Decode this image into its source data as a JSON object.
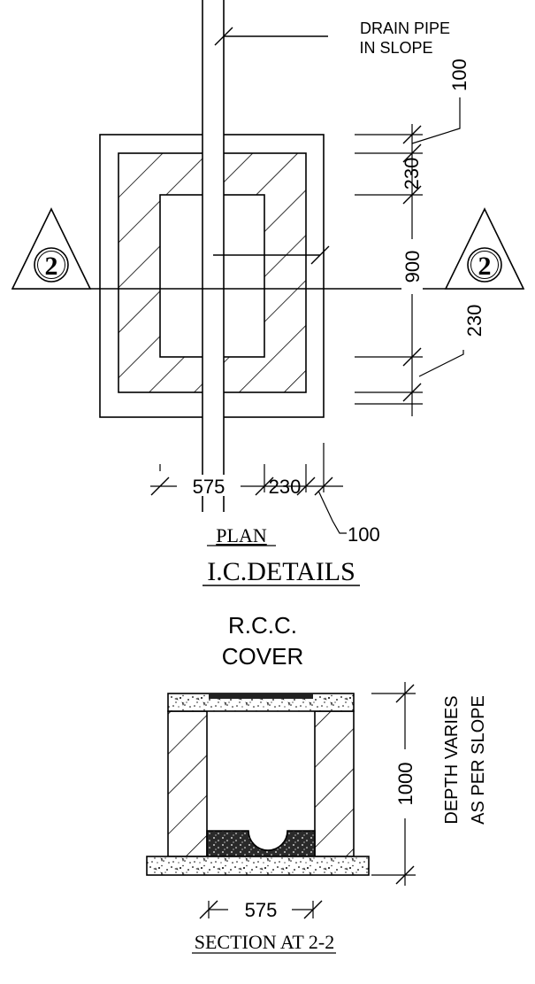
{
  "plan": {
    "drain_label_line1": "DRAIN PIPE",
    "drain_label_line2": "IN SLOPE",
    "dim_top_edge": "100",
    "dim_wall_top": "230",
    "dim_inner_height": "900",
    "dim_wall_bottom": "230",
    "dim_inner_width": "575",
    "dim_wall_side": "230",
    "dim_side_edge": "100",
    "section_marker_left": "2",
    "section_marker_right": "2",
    "caption": "PLAN",
    "title": "I.C.DETAILS"
  },
  "section": {
    "cover_label_line1": "R.C.C.",
    "cover_label_line2": "COVER",
    "dim_depth": "1000",
    "depth_note_line1": "DEPTH VARIES",
    "depth_note_line2": "AS PER SLOPE",
    "dim_inner_width": "575",
    "caption": "SECTION AT 2-2"
  }
}
